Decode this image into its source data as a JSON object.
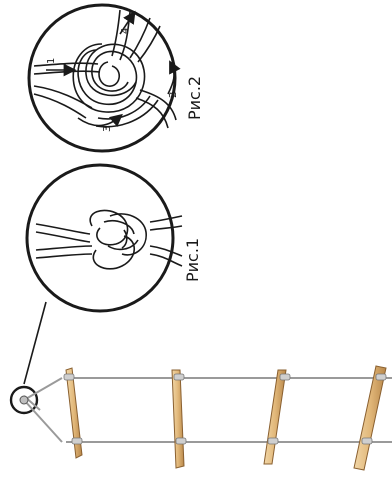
{
  "figures": {
    "fig1_label": "Рис.1",
    "fig2_label": "Рис.2"
  },
  "steps": [
    "1",
    "2",
    "3",
    "4"
  ],
  "colors": {
    "rope_outline": "#1a1a1a",
    "cable": "#9a9a9a",
    "wood_light": "#e8c48a",
    "wood_dark": "#b8874a",
    "metal": "#c8c8c8"
  }
}
